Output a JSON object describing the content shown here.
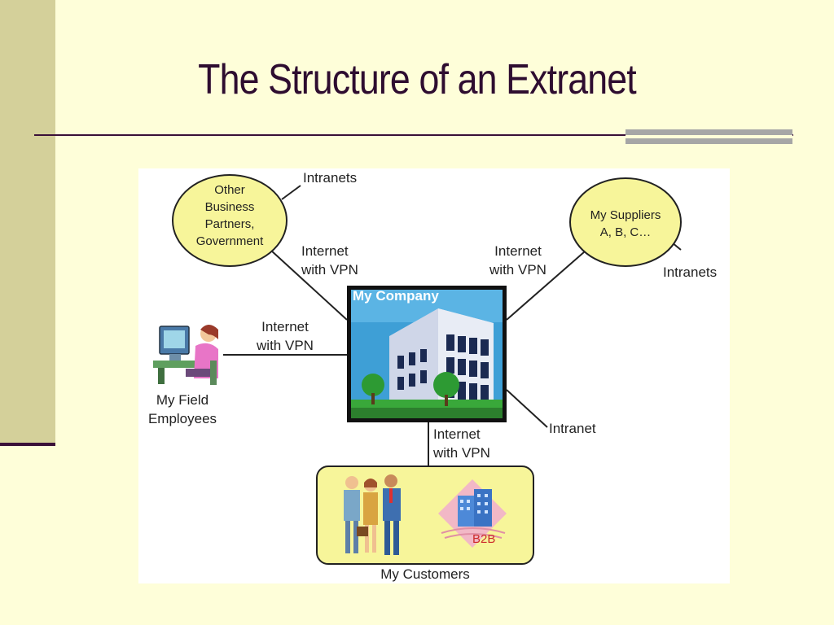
{
  "title": "The Structure of an Extranet",
  "nodes": {
    "company": "My Company",
    "partners": [
      "Other",
      "Business",
      "Partners,",
      "Government"
    ],
    "suppliers": [
      "My Suppliers",
      "A, B, C…"
    ],
    "employees": [
      "My Field",
      "Employees"
    ],
    "customers": "My Customers",
    "b2b": "B2B"
  },
  "edges": {
    "partners_intranets": "Intranets",
    "suppliers_intranets": "Intranets",
    "company_intranet": "Intranet",
    "internet_line1": "Internet",
    "internet_line2": "with VPN"
  },
  "colors": {
    "background": "#fefed9",
    "accent_band": "#d4d09a",
    "title": "#2e0d30",
    "bubble_fill": "#f7f59a",
    "company_sky": "#3e9fd6"
  }
}
